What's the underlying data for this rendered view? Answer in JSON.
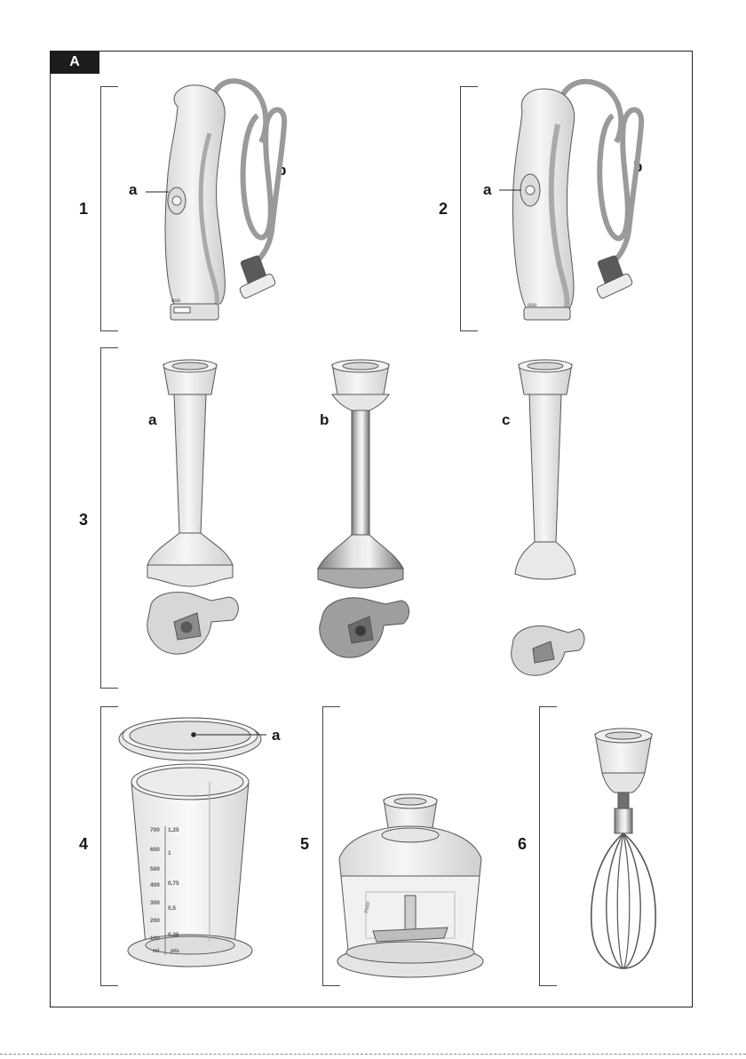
{
  "figure_tag": "A",
  "sections": {
    "s1": {
      "number": "1",
      "label_a": "a",
      "label_b": "b"
    },
    "s2": {
      "number": "2",
      "label_a": "a",
      "label_b": "b"
    },
    "s3": {
      "number": "3",
      "label_a": "a",
      "label_b": "b",
      "label_c": "c"
    },
    "s4": {
      "number": "4",
      "label_a": "a"
    },
    "s5": {
      "number": "5"
    },
    "s6": {
      "number": "6"
    }
  },
  "markings": {
    "cup_ml": [
      "700",
      "600",
      "500",
      "400",
      "300",
      "200",
      "100",
      "ml"
    ],
    "cup_l": [
      "1,25",
      "1",
      "0,75",
      "0,5",
      "0,25",
      "pts"
    ],
    "chopper_max": "max"
  },
  "colors": {
    "frame": "#222222",
    "tab": "#1c1c1c",
    "body": "#eeeeee",
    "shade": "#bdbdbd",
    "cable": "#8a8a8a"
  }
}
